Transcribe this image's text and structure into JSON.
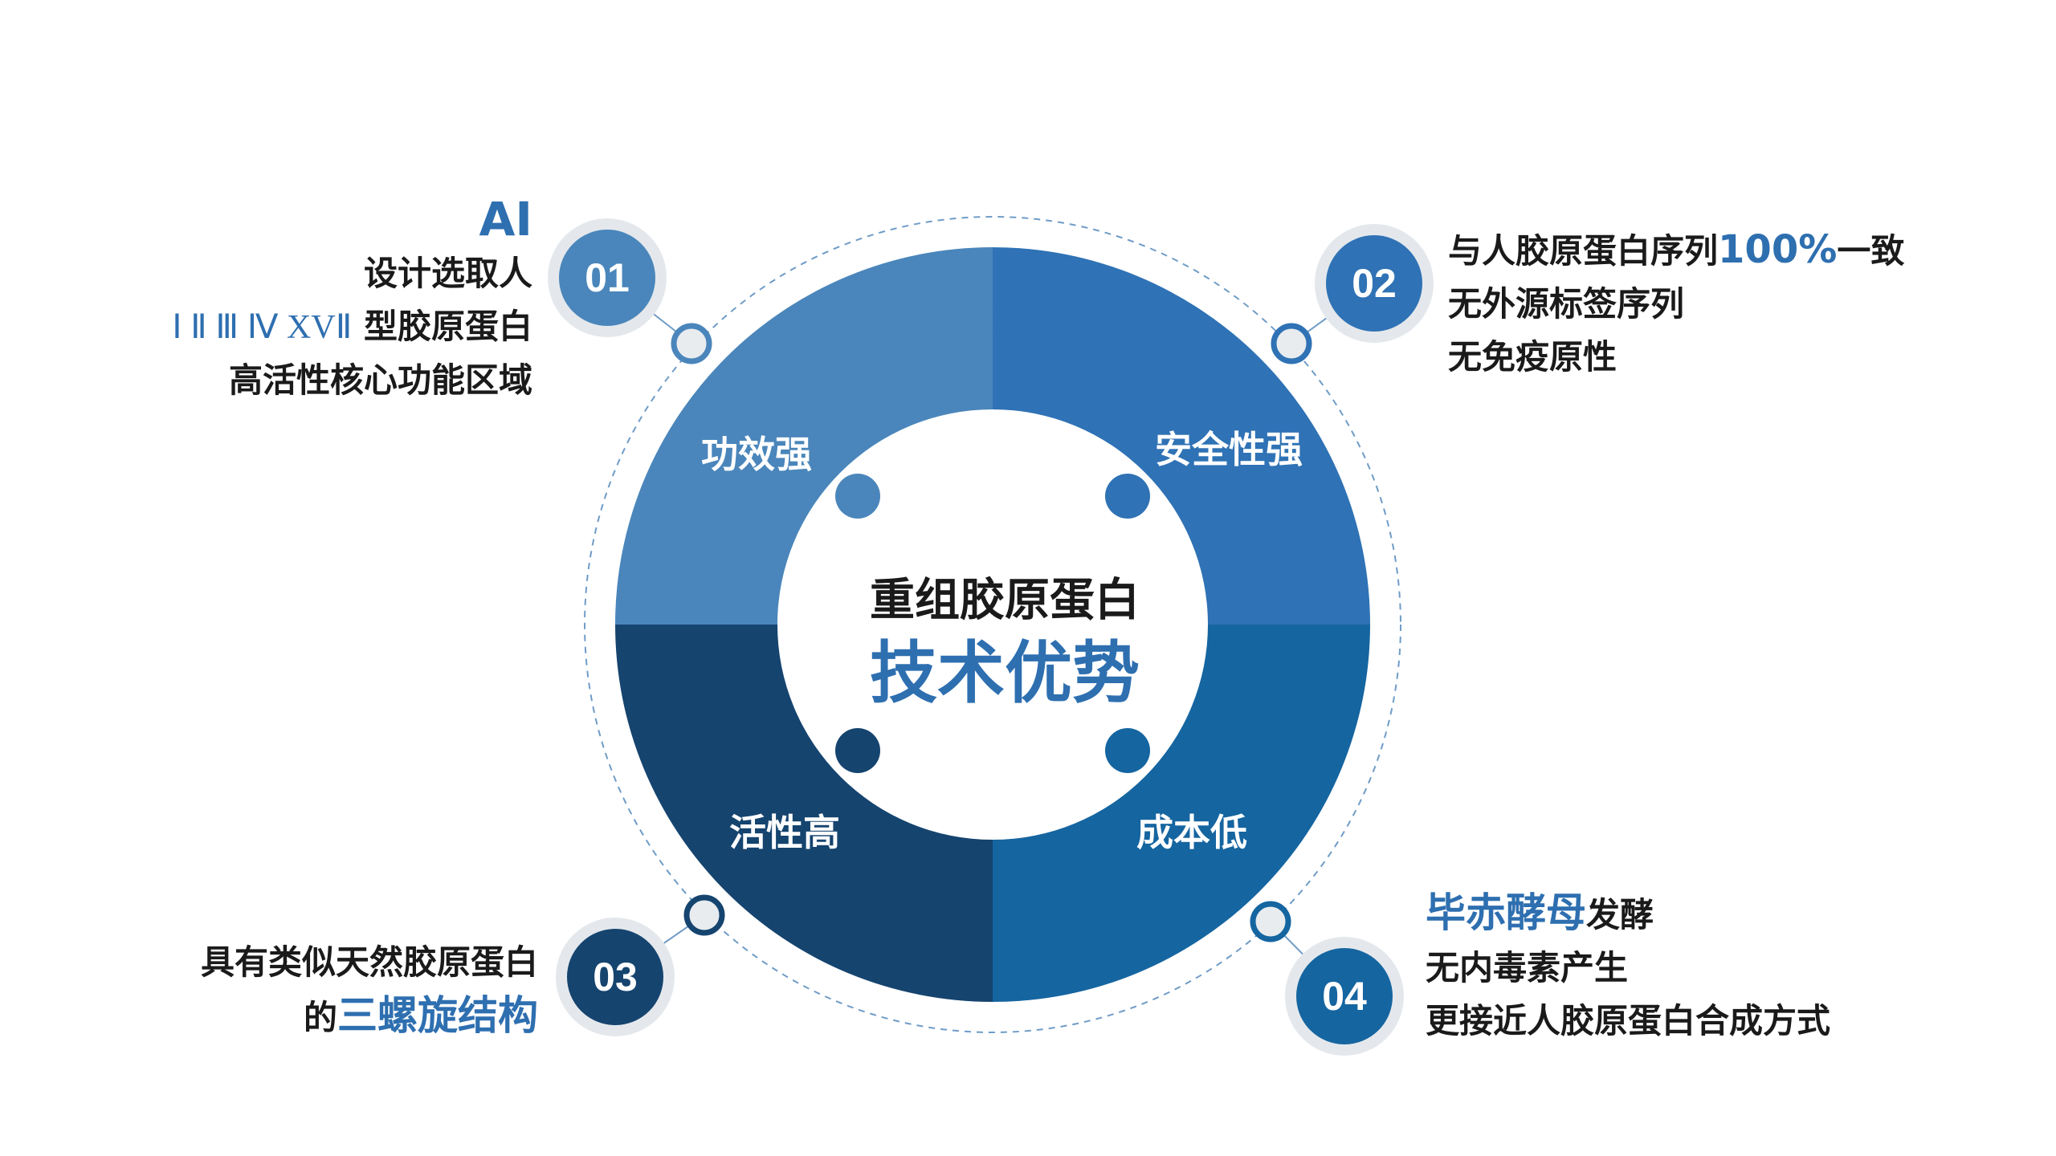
{
  "center": {
    "line1": "重组胶原蛋白",
    "line2": "技术优势"
  },
  "segments": [
    {
      "label": "功效强",
      "color": "#4a86bb"
    },
    {
      "label": "安全性强",
      "color": "#2f72b5"
    },
    {
      "label": "活性高",
      "color": "#15446f"
    },
    {
      "label": "成本低",
      "color": "#1565a0"
    }
  ],
  "points": [
    {
      "number": "01",
      "color": "#4a86bb",
      "lines": [
        "AI",
        "设计选取人",
        "Ⅰ Ⅱ Ⅲ Ⅳ XVⅡ",
        "型胶原蛋白",
        "高活性核心功能区域"
      ]
    },
    {
      "number": "02",
      "color": "#2f72b5",
      "lines": [
        "与人胶原蛋白序列",
        "100%",
        "一致",
        "无外源标签序列",
        "无免疫原性"
      ]
    },
    {
      "number": "03",
      "color": "#15446f",
      "lines": [
        "具有类似天然胶原蛋白",
        "的",
        "三螺旋结构"
      ]
    },
    {
      "number": "04",
      "color": "#1565a0",
      "lines": [
        "毕赤酵母",
        "发酵",
        "无内毒素产生",
        "更接近人胶原蛋白合成方式"
      ]
    }
  ]
}
